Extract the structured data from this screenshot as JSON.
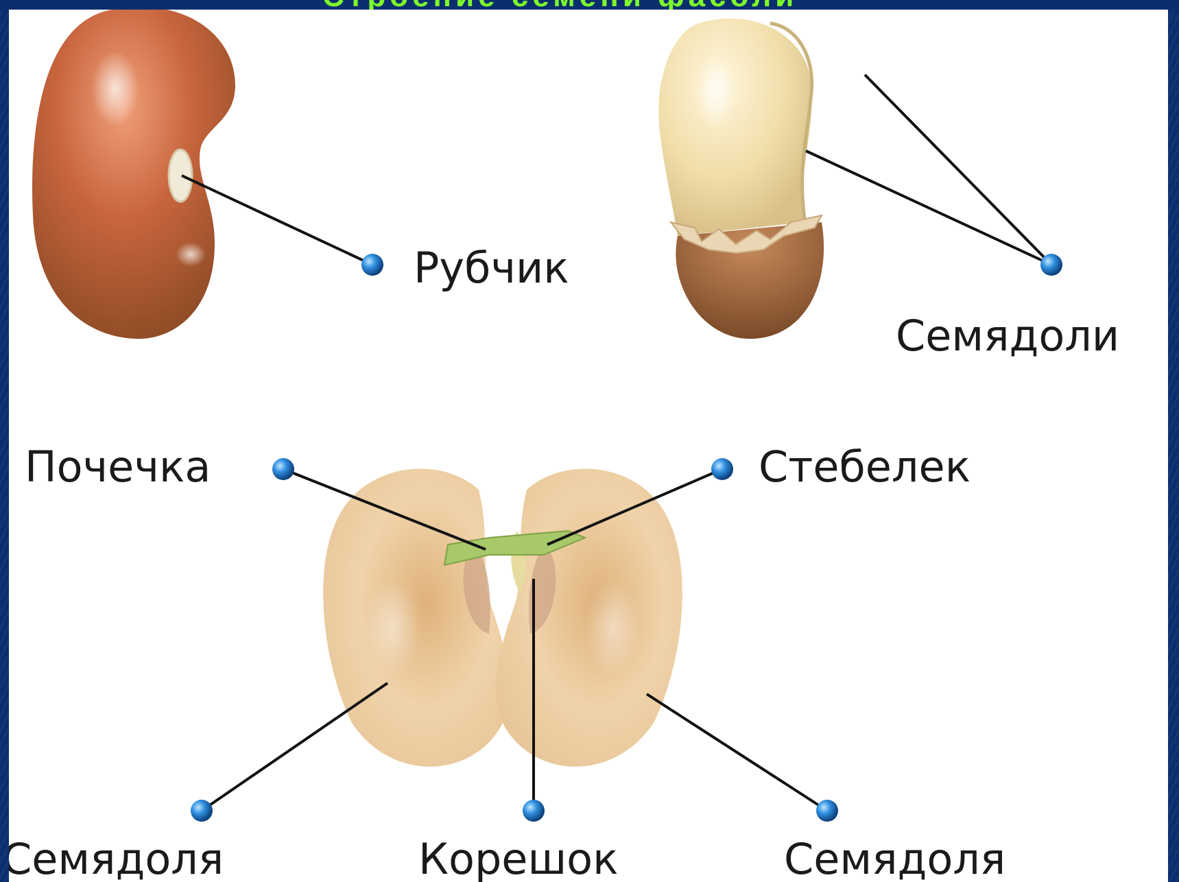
{
  "heading": "Строение семени фасоли",
  "labels": {
    "hilum": "Рубчик",
    "cotyledons_top": "Семядоли",
    "plumule": "Почечка",
    "stem": "Стебелек",
    "cotyledon_left": "Семядоля",
    "radicle": "Корешок",
    "cotyledon_right": "Семядоля"
  },
  "colors": {
    "frame": "#0b2f6e",
    "heading": "#7fff2a",
    "pointer_dot": "#1f7fd6",
    "line": "#111111"
  }
}
